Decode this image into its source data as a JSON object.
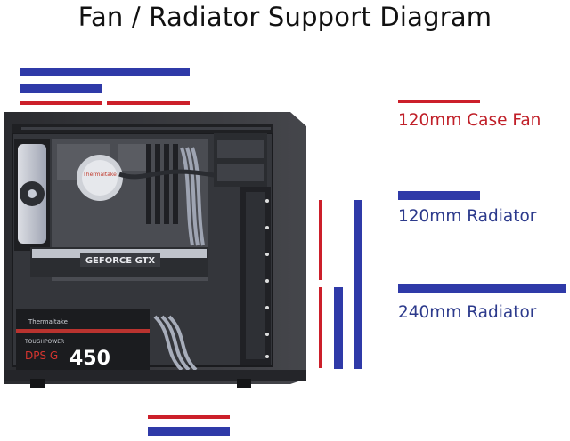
{
  "title": "Fan / Radiator Support Diagram",
  "colors": {
    "fan": "#cc1f2a",
    "radiator": "#2f3aa8",
    "case_dark": "#1c1d20",
    "case_frame": "#3a3b3f"
  },
  "legend": [
    {
      "label": "120mm Case Fan",
      "type": "fan"
    },
    {
      "label": "120mm Radiator",
      "type": "radiator"
    },
    {
      "label": "240mm Radiator",
      "type": "radiator"
    }
  ],
  "case": {
    "gpu_label": "GEFORCE GTX",
    "psu_brand": "Thermaltake",
    "psu_series": "TOUGHPOWER",
    "psu_model": "DPS G",
    "psu_wattage": "450",
    "cpu_block_brand": "Thermaltake"
  }
}
